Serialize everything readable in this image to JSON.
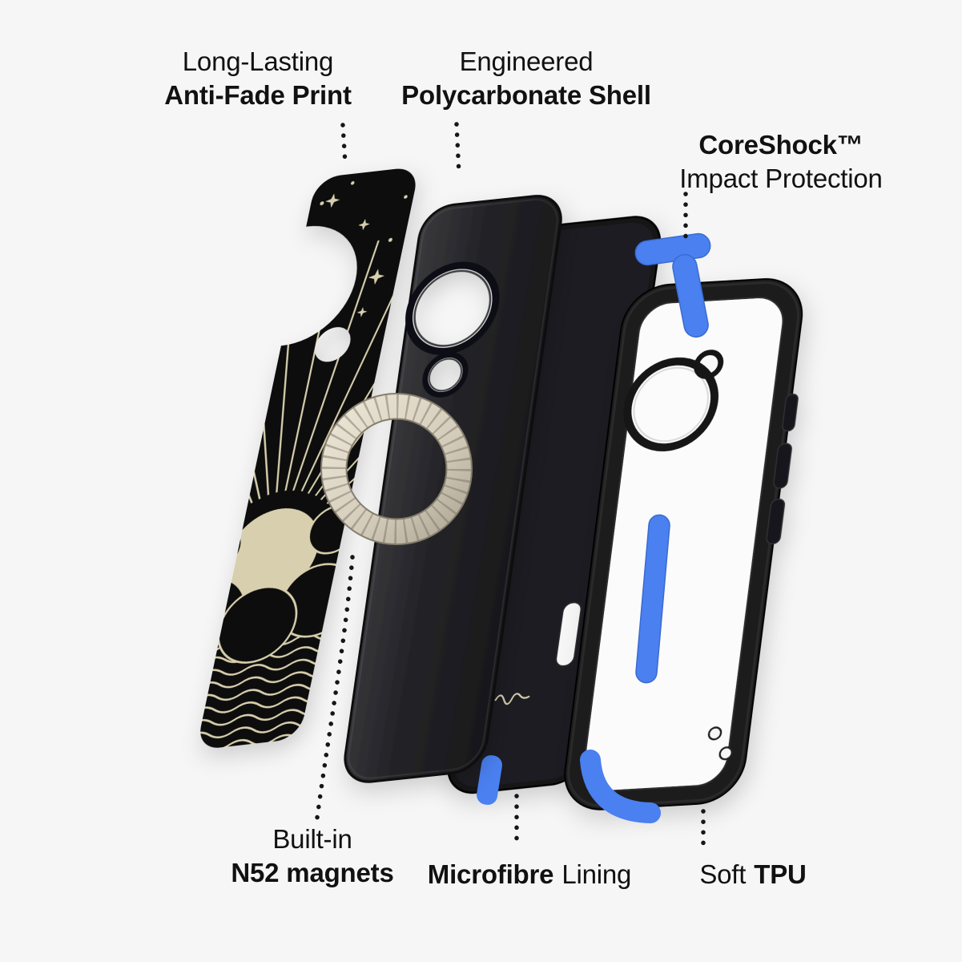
{
  "page": {
    "background": "#f6f6f6"
  },
  "colors": {
    "accent_blue": "#4a80f0",
    "case_black": "#1c1c1f",
    "print_black": "#0e0e0e",
    "artwork_cream": "#d8cfae",
    "ring_ivory": "#d9d2c0",
    "label_text": "#111111"
  },
  "annotations": {
    "anti_fade": {
      "line1": "Long-Lasting",
      "line2": "Anti-Fade Print"
    },
    "polycarbonate": {
      "line1": "Engineered",
      "line2": "Polycarbonate Shell"
    },
    "coreshock": {
      "line1": "CoreShock™",
      "line2": "Impact Protection"
    },
    "magnets": {
      "line1": "Built-in",
      "line2": "N52 magnets"
    },
    "microfibre": {
      "emphasis": "Microfibre",
      "rest": "Lining"
    },
    "tpu": {
      "rest": "Soft",
      "emphasis": "TPU"
    }
  },
  "layers": [
    {
      "name": "art-print",
      "meaning": "anti-fade printed plate with sun, rays, clouds, waves artwork"
    },
    {
      "name": "polycarbonate-shell",
      "meaning": "black shell with camera cutouts"
    },
    {
      "name": "magsafe-ring",
      "meaning": "built-in N52 magnet ring"
    },
    {
      "name": "microfibre-lining",
      "meaning": "dark microfibre lining sheet"
    },
    {
      "name": "coreshock-inserts",
      "meaning": "blue impact protection pieces"
    },
    {
      "name": "tpu-frame",
      "meaning": "soft TPU outer frame with buttons"
    }
  ]
}
